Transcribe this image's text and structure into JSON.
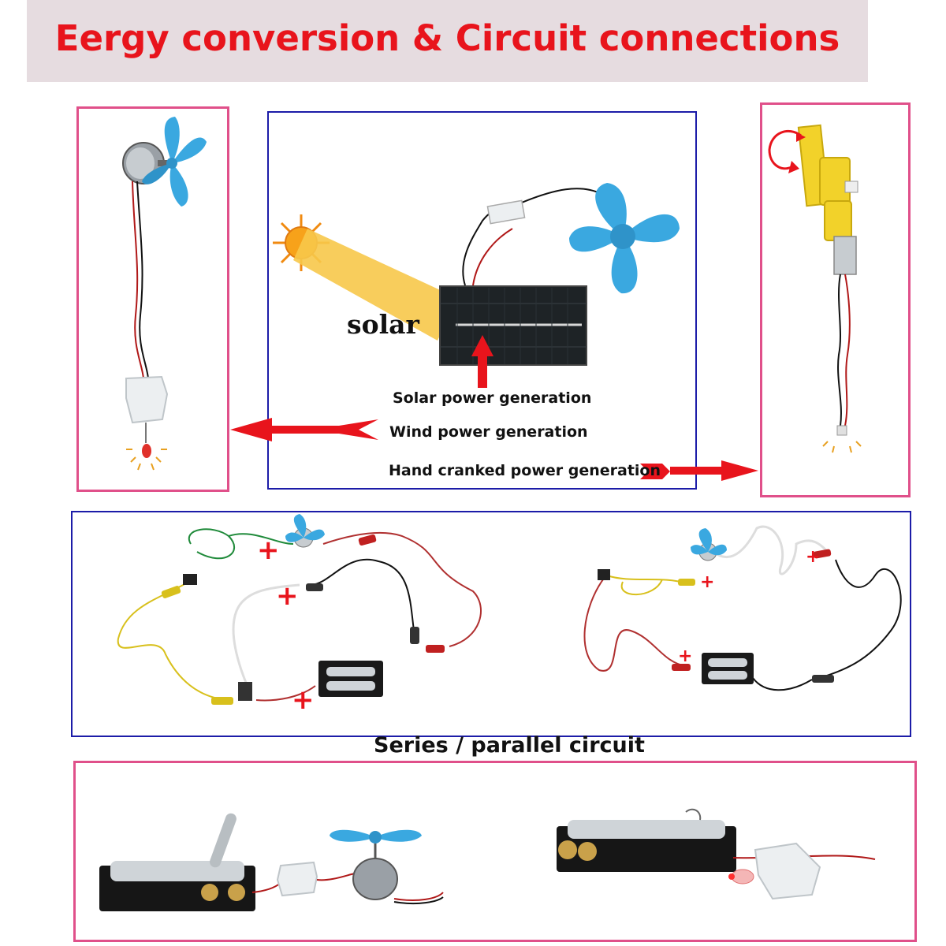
{
  "title": "Eergy conversion & Circuit connections",
  "solar_word": "solar",
  "labels": {
    "solar_gen": "Solar power generation",
    "wind_gen": "Wind power generation",
    "hand_gen": "Hand cranked power generation"
  },
  "series_parallel": "Series / parallel circuit",
  "plus": "+",
  "colors": {
    "title": "#e8141c",
    "pink_frame": "#e0508a",
    "blue_frame": "#1c1ca8",
    "arrow": "#e8141c",
    "fan": "#3aa8e0",
    "motor_yellow": "#f2d22a"
  }
}
